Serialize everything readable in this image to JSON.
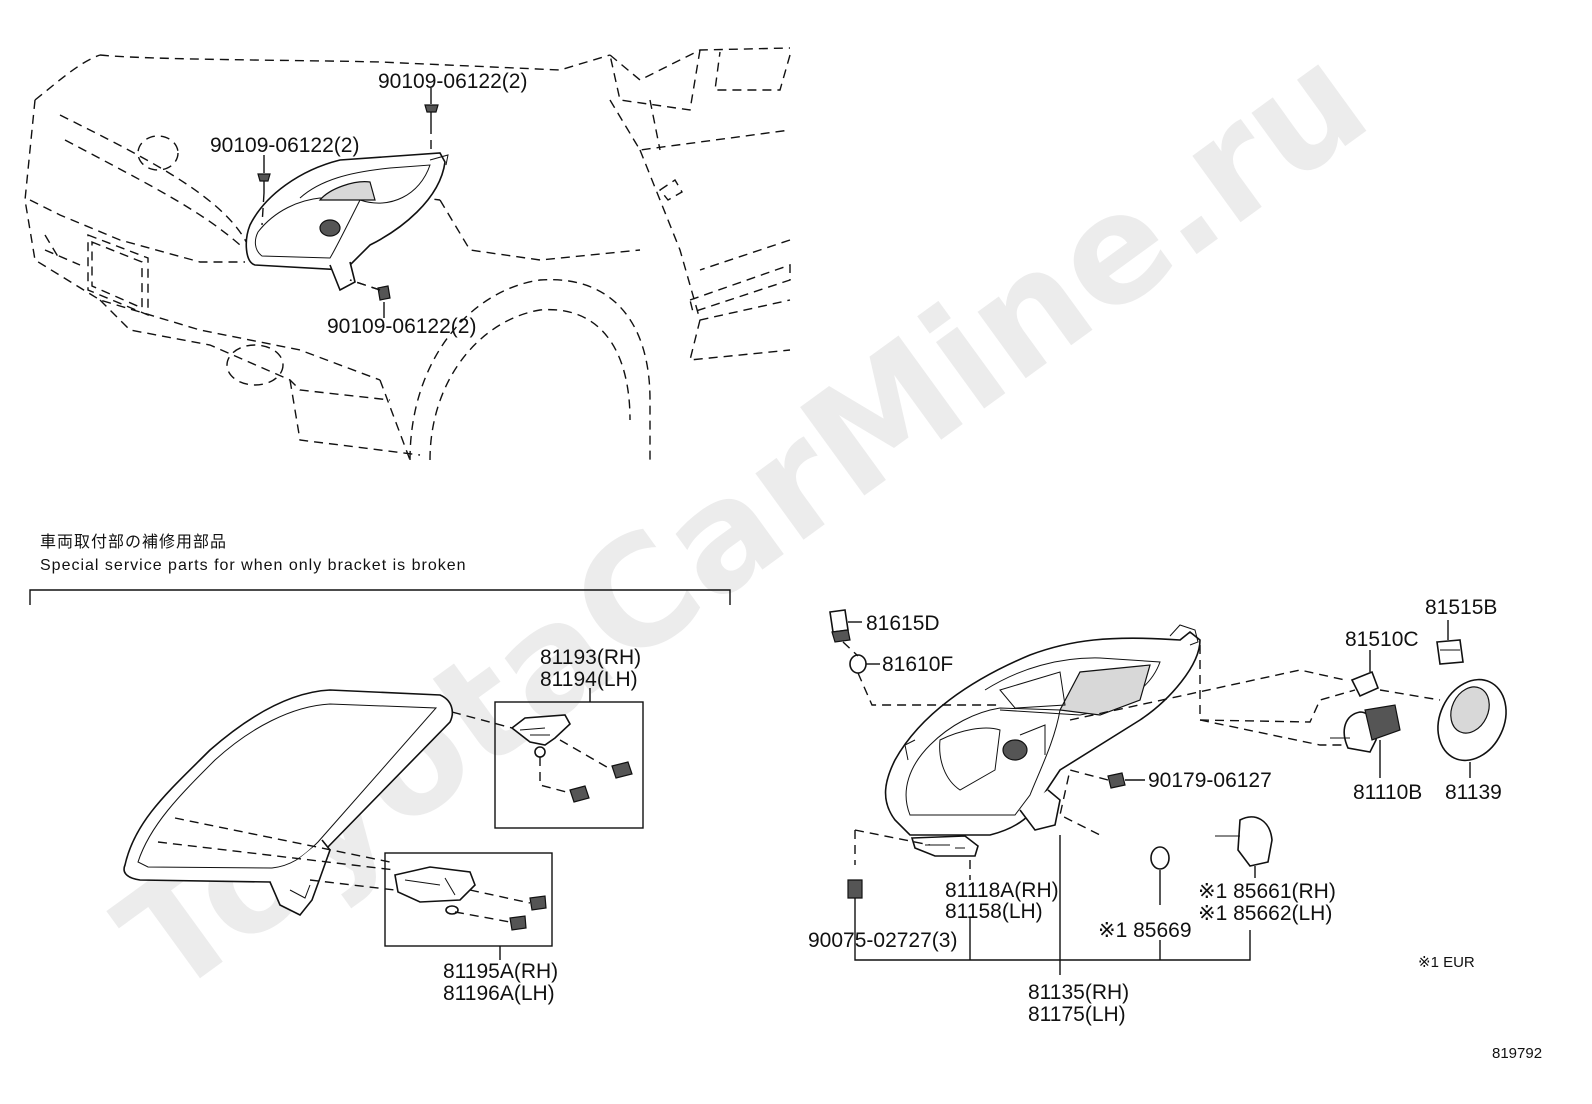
{
  "watermark": "ToyotaCarMine.ru",
  "note": {
    "jp": "車両取付部の補修用部品",
    "en": "Special service parts for when only bracket is broken"
  },
  "footnote": "※1 EUR",
  "diagram_id": "819792",
  "labels": {
    "bolt_top": "90109-06122(2)",
    "bolt_left": "90109-06122(2)",
    "bolt_bottom": "90109-06122(2)",
    "b1_rh": "81193(RH)",
    "b1_lh": "81194(LH)",
    "b2_rh": "81195A(RH)",
    "b2_lh": "81196A(LH)",
    "p81615D": "81615D",
    "p81610F": "81610F",
    "p81515B": "81515B",
    "p81510C": "81510C",
    "p81110B": "81110B",
    "p81139": "81139",
    "p90179": "90179-06127",
    "p81118A": "81118A(RH)",
    "p81158": "81158(LH)",
    "p90075": "90075-02727(3)",
    "p85669": "※1 85669",
    "p85661": "※1 85661(RH)",
    "p85662": "※1 85662(LH)",
    "p81135": "81135(RH)",
    "p81175": "81175(LH)"
  }
}
